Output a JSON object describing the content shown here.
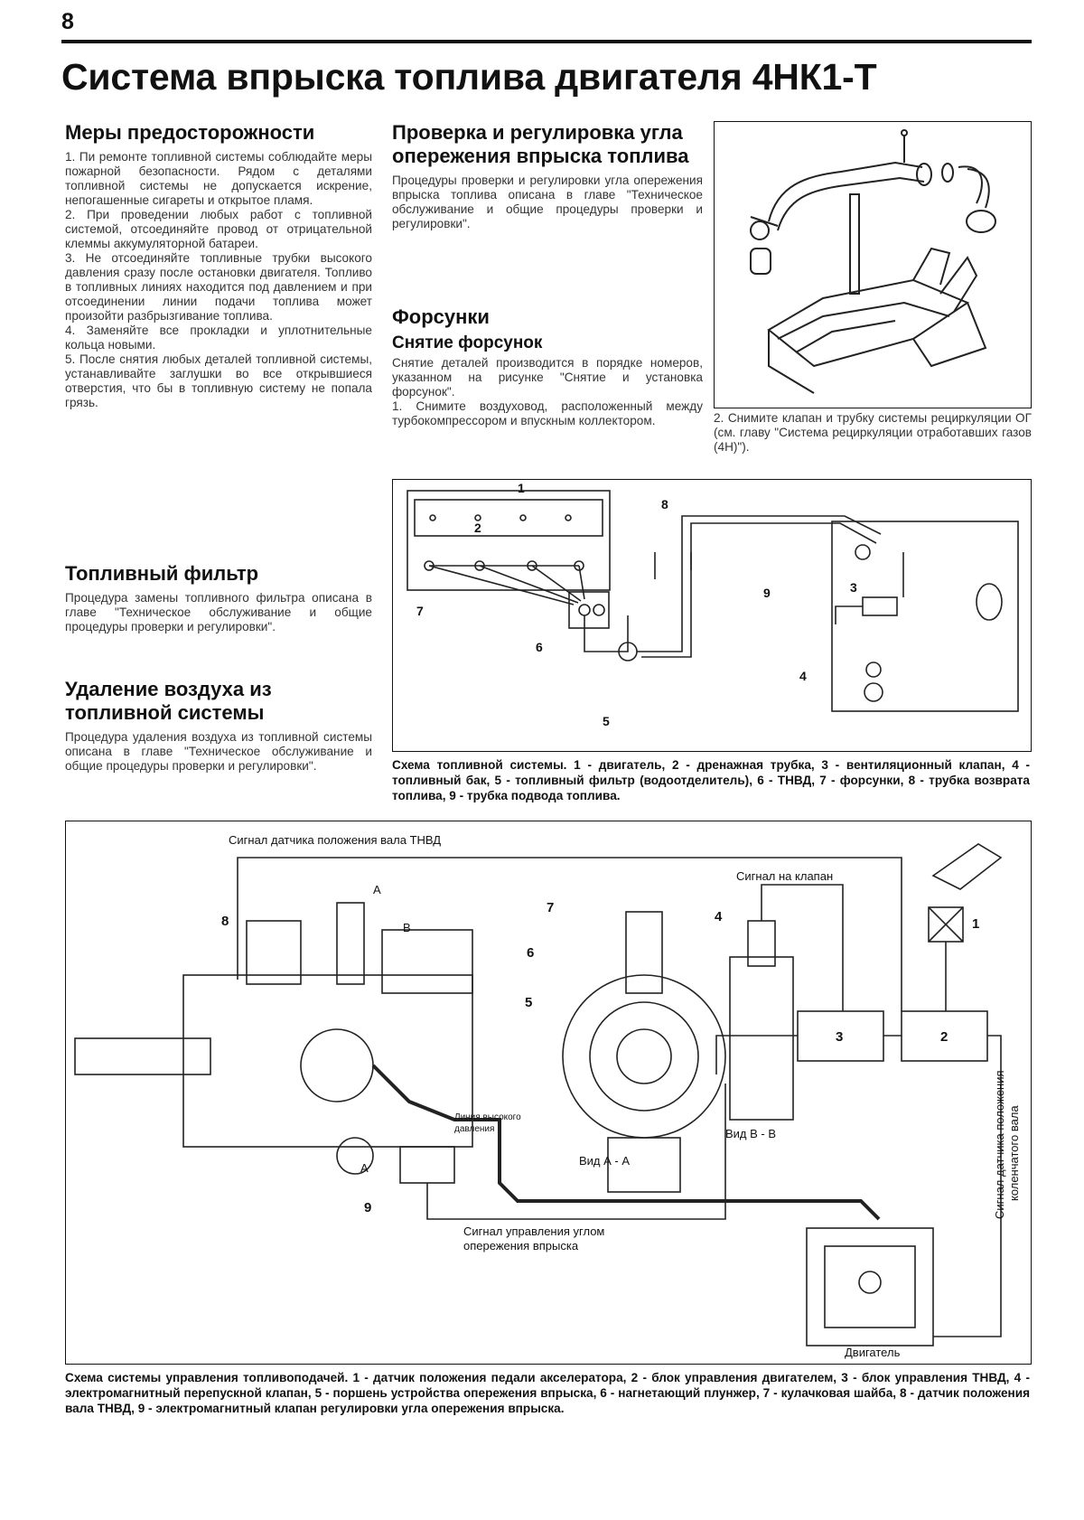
{
  "header": {
    "page_number": "8",
    "title": "Система впрыска топлива двигателя 4НК1-Т"
  },
  "sections": {
    "precautions": {
      "heading": "Меры предосторожности",
      "paragraphs": [
        "1. Пи ремонте топливной системы соблюдайте меры пожарной безопасности. Рядом с деталями топливной системы не допускается искрение, непогашенные сигареты и открытое пламя.",
        "2. При проведении любых работ с топливной системой, отсоединяйте провод от отрицательной клеммы аккумуляторной батареи.",
        "3. Не отсоединяйте топливные трубки высокого давления сразу после остановки двигателя. Топливо в топливных линиях находится под давлением и при отсоединении линии подачи топлива может произойти разбрызгивание топлива.",
        "4. Заменяйте все прокладки и уплотнительные кольца новыми.",
        "5. После снятия любых деталей топливной системы, устанавливайте заглушки во все открывшиеся отверстия, что бы в топливную систему не попала грязь."
      ]
    },
    "fuel_filter": {
      "heading": "Топливный фильтр",
      "text": "Процедура замены топливного фильтра описана в главе \"Техническое обслуживание и общие процедуры проверки и регулировки\"."
    },
    "air_removal": {
      "heading": "Удаление воздуха из топливной системы",
      "text": "Процедура удаления воздуха из топливной системы описана в главе \"Техническое обслуживание и общие процедуры проверки и регулировки\"."
    },
    "timing": {
      "heading": "Проверка и регулировка угла опережения впрыска топлива",
      "text": "Процедуры проверки и регулировки угла опережения впрыска топлива описана в главе \"Техническое обслуживание и общие процедуры проверки и регулировки\"."
    },
    "injectors": {
      "heading": "Форсунки",
      "subheading": "Снятие форсунок",
      "text": "Снятие деталей производится в порядке номеров, указанном на рисунке \"Снятие и установка форсунок\".",
      "step1": "1. Снимите воздуховод, расположенный между турбокомпрессором и впускным коллектором."
    },
    "step2": "2. Снимите клапан и трубку системы рециркуляции ОГ (см. главу \"Система рециркуляции отработавших газов (4Н)\")."
  },
  "figure_fuel_system": {
    "callouts": [
      "1",
      "2",
      "3",
      "4",
      "5",
      "6",
      "7",
      "8",
      "9"
    ],
    "caption": "Схема топливной системы. 1 - двигатель, 2 - дренажная трубка, 3 - вентиляционный клапан, 4 - топливный бак, 5 - топливный фильтр (водоотделитель), 6 - ТНВД, 7 - форсунки, 8 - трубка возврата топлива, 9 - трубка подвода топлива."
  },
  "figure_control": {
    "label_pump_sensor": "Сигнал датчика положения вала ТНВД",
    "label_valve_signal": "Сигнал на клапан",
    "label_high_pressure_1": "Линия высокого",
    "label_high_pressure_2": "давления",
    "label_view_aa": "Вид А - А",
    "label_view_bb": "Вид В - В",
    "label_timing_signal_1": "Сигнал управления углом",
    "label_timing_signal_2": "опережения впрыска",
    "label_engine": "Двигатель",
    "label_crank_1": "Сигнал датчика положения",
    "label_crank_2": "коленчатого вала",
    "section_a": "А",
    "section_b": "В",
    "block_2": "2",
    "block_3": "3",
    "callouts": [
      "1",
      "4",
      "5",
      "6",
      "7",
      "8",
      "9"
    ],
    "caption": "Схема системы управления топливоподачей. 1 - датчик положения педали акселератора, 2 - блок управления двигателем, 3 - блок управления ТНВД, 4 - электромагнитный перепускной клапан, 5 - поршень устройства опережения впрыска, 6 - нагнетающий плунжер, 7 - кулачковая шайба, 8 - датчик положения вала ТНВД, 9 - электромагнитный клапан регулировки угла опережения впрыска."
  }
}
